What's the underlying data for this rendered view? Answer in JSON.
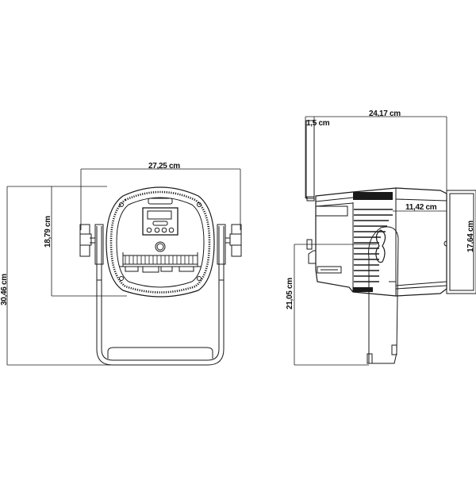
{
  "diagram": {
    "type": "technical dimension drawing",
    "views": [
      {
        "name": "front view",
        "dimensions": {
          "width": "27,25 cm",
          "total_height": "30,46 cm",
          "head_height": "18,79 cm"
        }
      },
      {
        "name": "side view",
        "dimensions": {
          "total_depth": "24,17 cm",
          "bracket_thickness": "1,5 cm",
          "front_depth": "11,42 cm",
          "lens_height": "17,64 cm",
          "pivot_height": "21,05 cm"
        }
      }
    ],
    "colors": {
      "line": "#1a1a1a",
      "background": "#ffffff"
    }
  }
}
